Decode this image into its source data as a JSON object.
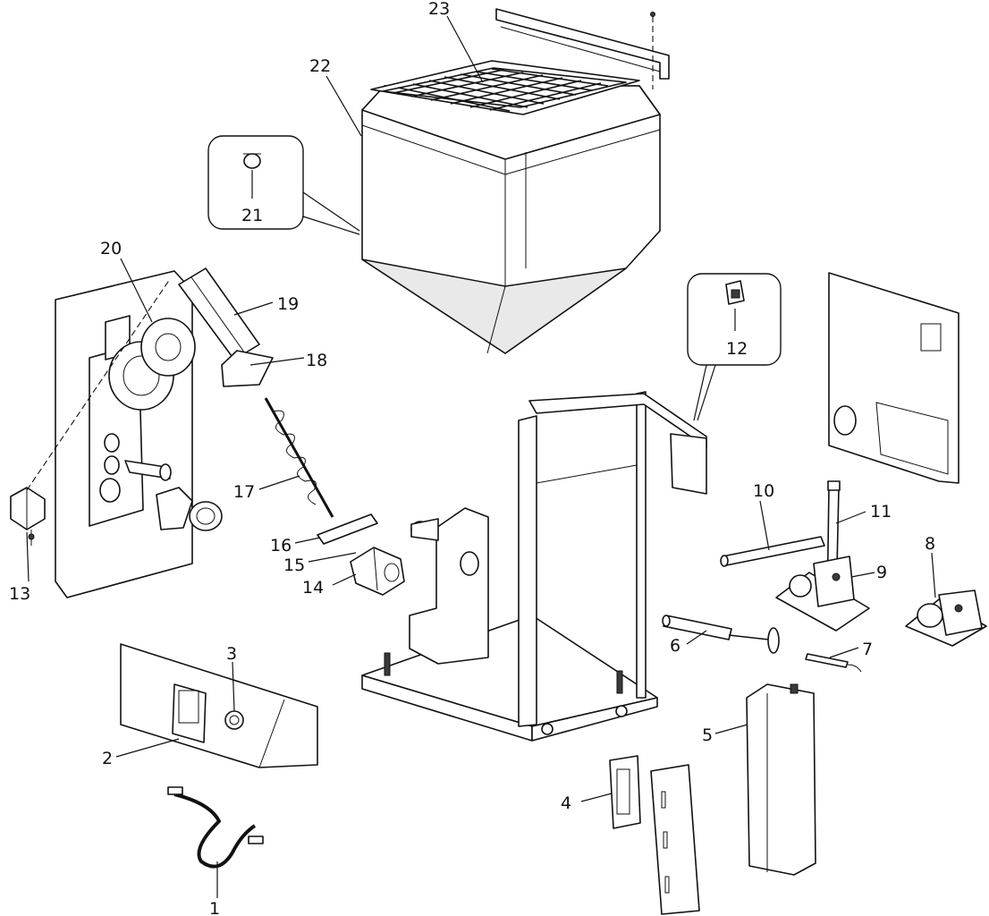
{
  "labels": {
    "n1": "1",
    "n2": "2",
    "n3": "3",
    "n4": "4",
    "n5": "5",
    "n6": "6",
    "n7": "7",
    "n8": "8",
    "n9": "9",
    "n10": "10",
    "n11": "11",
    "n12": "12",
    "n13": "13",
    "n14": "14",
    "n15": "15",
    "n16": "16",
    "n17": "17",
    "n18": "18",
    "n19": "19",
    "n20": "20",
    "n21": "21",
    "n22": "22",
    "n23": "23"
  }
}
